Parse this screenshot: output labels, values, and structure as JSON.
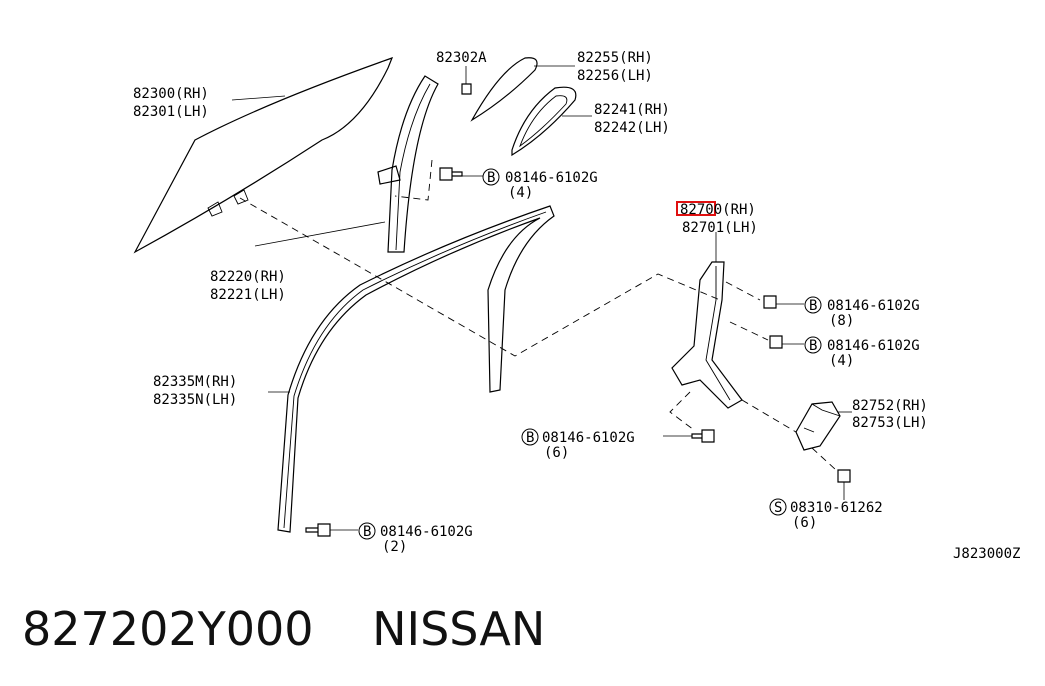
{
  "labels": {
    "glass_rh": "82300(RH)",
    "glass_lh": "82301(LH)",
    "clip": "82302A",
    "pad_a_rh": "82255(RH)",
    "pad_a_lh": "82256(LH)",
    "pad_b_rh": "82241(RH)",
    "pad_b_lh": "82242(LH)",
    "bolt_top": "08146-6102G",
    "bolt_top_qty": "(4)",
    "sash_rh": "82220(RH)",
    "sash_lh": "82221(LH)",
    "regulator_rh": "82700(RH)",
    "regulator_lh": "82701(LH)",
    "bolt_reg1": "08146-6102G",
    "bolt_reg1_qty": "(8)",
    "bolt_reg2": "08146-6102G",
    "bolt_reg2_qty": "(4)",
    "run_rh": "82335M(RH)",
    "run_lh": "82335N(LH)",
    "motor_rh": "82752(RH)",
    "motor_lh": "82753(LH)",
    "bolt_mid": "08146-6102G",
    "bolt_mid_qty": "(6)",
    "screw": "08310-61262",
    "screw_qty": "(6)",
    "bolt_bottom": "08146-6102G",
    "bolt_bottom_qty": "(2)",
    "diagram_code": "J823000Z",
    "b_marker": "B",
    "s_marker": "S"
  },
  "caption": {
    "part_number": "827202Y000",
    "brand": "NISSAN"
  },
  "highlight_color": "#e01010"
}
